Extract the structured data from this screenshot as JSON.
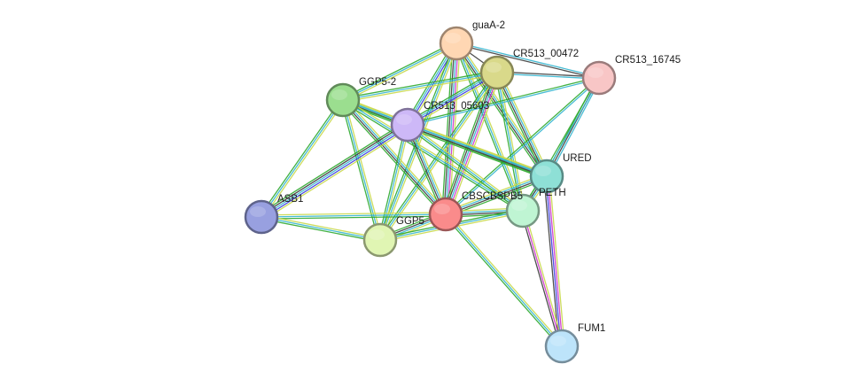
{
  "network": {
    "nodes": [
      {
        "id": "guaA-2",
        "label": "guaA-2",
        "color": "#ffd7b3"
      },
      {
        "id": "CR513_00472",
        "label": "CR513_00472",
        "color": "#d9d98a"
      },
      {
        "id": "CR513_16745",
        "label": "CR513_16745",
        "color": "#f8c6c6"
      },
      {
        "id": "GGP5-2",
        "label": "GGP5-2",
        "color": "#9bde8f"
      },
      {
        "id": "CR513_05603",
        "label": "CR513_05603",
        "color": "#cdb8f7"
      },
      {
        "id": "URED",
        "label": "URED",
        "color": "#8ee0d6"
      },
      {
        "id": "ASB1",
        "label": "ASB1",
        "color": "#98a0e0"
      },
      {
        "id": "CBSCBSPB",
        "label": "CBSCBSPB5",
        "color": "#fa8b8b"
      },
      {
        "id": "PETH",
        "label": "PETH",
        "color": "#bff5d3"
      },
      {
        "id": "GGP5",
        "label": "GGP5",
        "color": "#e0f5b3"
      },
      {
        "id": "FUM1",
        "label": "FUM1",
        "color": "#bde4fa"
      }
    ],
    "edges": [
      {
        "source": "guaA-2",
        "target": "CR513_00472",
        "evidence": [
          "black"
        ]
      },
      {
        "source": "guaA-2",
        "target": "CR513_16745",
        "evidence": [
          "cyan",
          "black"
        ]
      },
      {
        "source": "guaA-2",
        "target": "GGP5-2",
        "evidence": [
          "yellow",
          "cyan",
          "green"
        ]
      },
      {
        "source": "guaA-2",
        "target": "CR513_05603",
        "evidence": [
          "yellow",
          "blue",
          "cyan",
          "green"
        ]
      },
      {
        "source": "guaA-2",
        "target": "CBSCBSPB",
        "evidence": [
          "yellow",
          "magenta",
          "cyan",
          "black",
          "green"
        ]
      },
      {
        "source": "guaA-2",
        "target": "GGP5",
        "evidence": [
          "yellow",
          "cyan",
          "green"
        ]
      },
      {
        "source": "guaA-2",
        "target": "URED",
        "evidence": [
          "yellow",
          "cyan",
          "black",
          "green"
        ]
      },
      {
        "source": "guaA-2",
        "target": "PETH",
        "evidence": [
          "yellow",
          "cyan",
          "green"
        ]
      },
      {
        "source": "CR513_00472",
        "target": "CR513_16745",
        "evidence": [
          "black",
          "cyan"
        ]
      },
      {
        "source": "CR513_00472",
        "target": "GGP5-2",
        "evidence": [
          "yellow",
          "cyan",
          "green"
        ]
      },
      {
        "source": "CR513_00472",
        "target": "CR513_05603",
        "evidence": [
          "yellow",
          "blue",
          "cyan",
          "green"
        ]
      },
      {
        "source": "CR513_00472",
        "target": "CBSCBSPB",
        "evidence": [
          "yellow",
          "magenta",
          "cyan",
          "black",
          "green"
        ]
      },
      {
        "source": "CR513_00472",
        "target": "URED",
        "evidence": [
          "yellow",
          "cyan",
          "black",
          "green"
        ]
      },
      {
        "source": "CR513_00472",
        "target": "PETH",
        "evidence": [
          "yellow",
          "cyan",
          "green"
        ]
      },
      {
        "source": "CR513_00472",
        "target": "GGP5",
        "evidence": [
          "yellow",
          "cyan",
          "green"
        ]
      },
      {
        "source": "CR513_16745",
        "target": "CR513_05603",
        "evidence": [
          "cyan",
          "green"
        ]
      },
      {
        "source": "CR513_16745",
        "target": "URED",
        "evidence": [
          "cyan",
          "black",
          "green"
        ]
      },
      {
        "source": "CR513_16745",
        "target": "CBSCBSPB",
        "evidence": [
          "cyan",
          "green"
        ]
      },
      {
        "source": "CR513_16745",
        "target": "PETH",
        "evidence": [
          "cyan",
          "green"
        ]
      },
      {
        "source": "GGP5-2",
        "target": "CR513_05603",
        "evidence": [
          "yellow",
          "cyan",
          "black",
          "green"
        ]
      },
      {
        "source": "GGP5-2",
        "target": "ASB1",
        "evidence": [
          "yellow",
          "cyan",
          "green"
        ]
      },
      {
        "source": "GGP5-2",
        "target": "CBSCBSPB",
        "evidence": [
          "yellow",
          "cyan",
          "black",
          "green"
        ]
      },
      {
        "source": "GGP5-2",
        "target": "URED",
        "evidence": [
          "yellow",
          "cyan",
          "green"
        ]
      },
      {
        "source": "GGP5-2",
        "target": "PETH",
        "evidence": [
          "yellow",
          "cyan",
          "green"
        ]
      },
      {
        "source": "GGP5-2",
        "target": "GGP5",
        "evidence": [
          "yellow",
          "cyan",
          "green"
        ]
      },
      {
        "source": "CR513_05603",
        "target": "ASB1",
        "evidence": [
          "yellow",
          "blue",
          "cyan",
          "black",
          "green"
        ]
      },
      {
        "source": "CR513_05603",
        "target": "CBSCBSPB",
        "evidence": [
          "yellow",
          "cyan",
          "black",
          "green"
        ]
      },
      {
        "source": "CR513_05603",
        "target": "URED",
        "evidence": [
          "yellow",
          "cyan",
          "black",
          "green"
        ]
      },
      {
        "source": "CR513_05603",
        "target": "PETH",
        "evidence": [
          "yellow",
          "cyan",
          "green"
        ]
      },
      {
        "source": "CR513_05603",
        "target": "GGP5",
        "evidence": [
          "yellow",
          "cyan",
          "green"
        ]
      },
      {
        "source": "ASB1",
        "target": "CBSCBSPB",
        "evidence": [
          "yellow",
          "cyan",
          "green"
        ]
      },
      {
        "source": "ASB1",
        "target": "GGP5",
        "evidence": [
          "yellow",
          "cyan",
          "green"
        ]
      },
      {
        "source": "CBSCBSPB",
        "target": "URED",
        "evidence": [
          "yellow",
          "cyan",
          "black",
          "green"
        ]
      },
      {
        "source": "CBSCBSPB",
        "target": "PETH",
        "evidence": [
          "yellow",
          "cyan",
          "black",
          "green"
        ]
      },
      {
        "source": "CBSCBSPB",
        "target": "GGP5",
        "evidence": [
          "yellow",
          "cyan",
          "black",
          "green"
        ]
      },
      {
        "source": "CBSCBSPB",
        "target": "FUM1",
        "evidence": [
          "yellow",
          "cyan",
          "green"
        ]
      },
      {
        "source": "URED",
        "target": "PETH",
        "evidence": [
          "yellow",
          "cyan",
          "black",
          "green"
        ]
      },
      {
        "source": "URED",
        "target": "FUM1",
        "evidence": [
          "yellow",
          "magenta",
          "blue",
          "black"
        ]
      },
      {
        "source": "PETH",
        "target": "FUM1",
        "evidence": [
          "yellow",
          "magenta",
          "black"
        ]
      },
      {
        "source": "PETH",
        "target": "GGP5",
        "evidence": [
          "yellow",
          "cyan",
          "green"
        ]
      }
    ]
  },
  "evidence_colors": {
    "black": "#3b3b3b",
    "green": "#2ea82e",
    "cyan": "#33b5cf",
    "blue": "#3a3ae0",
    "magenta": "#cc33cc",
    "yellow": "#c8d84a"
  }
}
